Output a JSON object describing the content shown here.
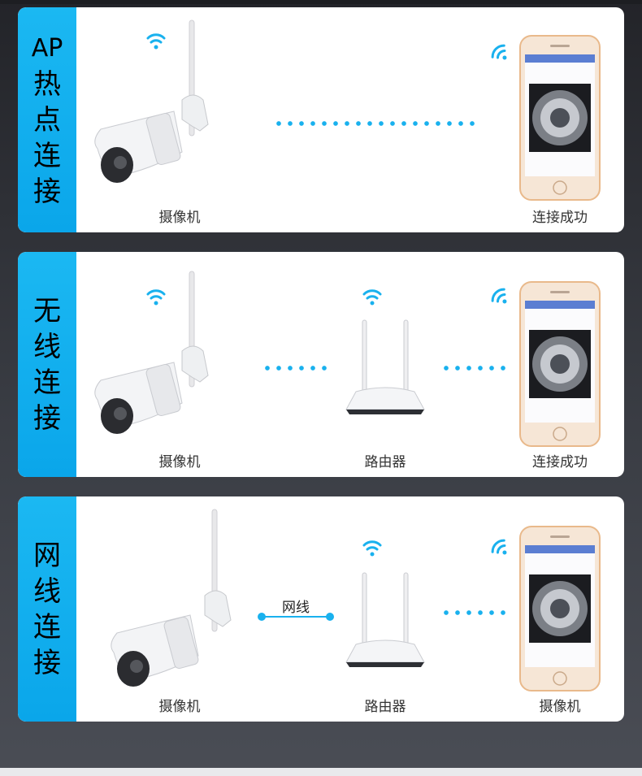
{
  "panels": [
    {
      "mode_title": "AP热点连接",
      "mode_chars": [
        "AP",
        "热",
        "点",
        "连",
        "接"
      ],
      "labels": {
        "camera": "摄像机",
        "phone": "连接成功"
      }
    },
    {
      "mode_title": "无线连接",
      "mode_chars": [
        "无",
        "线",
        "连",
        "接"
      ],
      "labels": {
        "camera": "摄像机",
        "router": "路由器",
        "phone": "连接成功"
      }
    },
    {
      "mode_title": "网线连接",
      "mode_chars": [
        "网",
        "线",
        "连",
        "接"
      ],
      "labels": {
        "camera": "摄像机",
        "router": "路由器",
        "phone": "摄像机",
        "cable": "网线"
      }
    }
  ],
  "colors": {
    "accent": "#19b1ee",
    "sidebar": "#0aa6ea",
    "panel": "#ffffff",
    "phone_frame": "#e9b98b"
  },
  "icons": [
    "wifi-icon",
    "camera-icon",
    "router-icon",
    "phone-icon"
  ]
}
